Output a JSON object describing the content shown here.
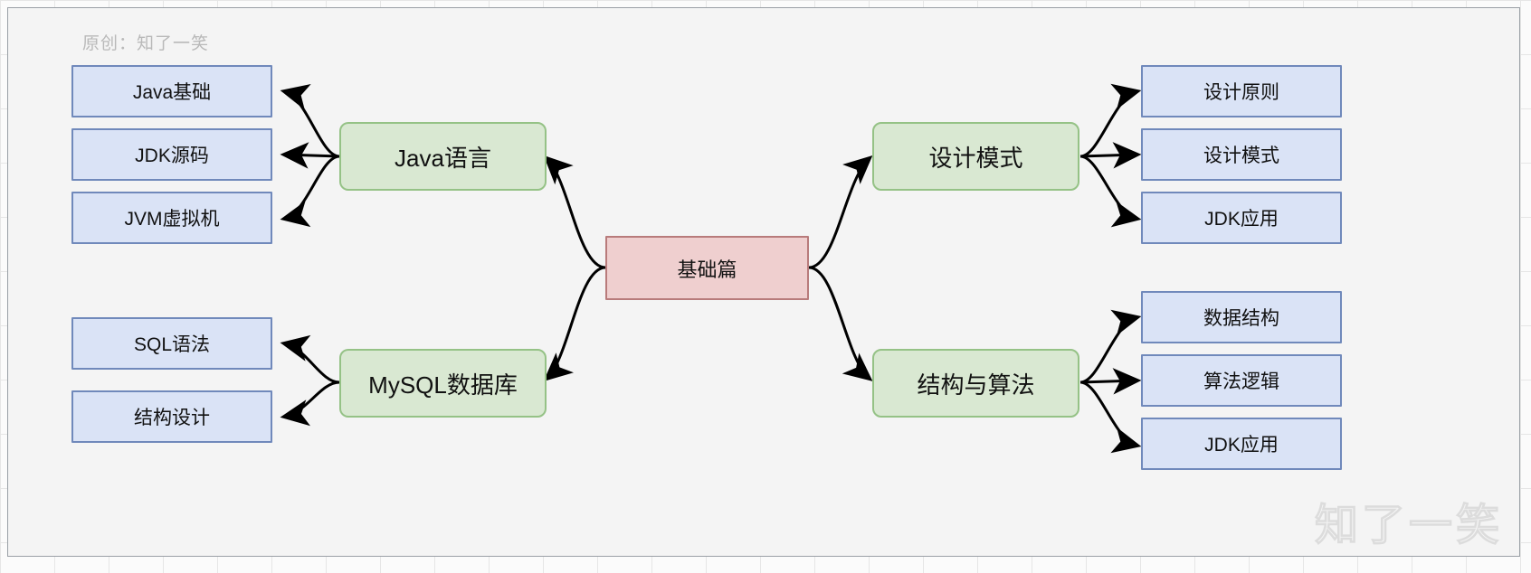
{
  "canvas": {
    "origin_note": "原创：知了一笑",
    "watermark": "知了一笑",
    "colors": {
      "leaf_fill": "#dae3f6",
      "leaf_stroke": "#7089bb",
      "branch_fill": "#d9e8d2",
      "branch_stroke": "#95c286",
      "root_fill": "#efcfcf",
      "root_stroke": "#b87b7b",
      "background": "#f4f4f4",
      "edge": "#000000"
    }
  },
  "diagram": {
    "type": "mind-map",
    "root": {
      "label": "基础篇"
    },
    "branches": [
      {
        "label": "Java语言",
        "side": "left",
        "leaves": [
          {
            "label": "Java基础"
          },
          {
            "label": "JDK源码"
          },
          {
            "label": "JVM虚拟机"
          }
        ]
      },
      {
        "label": "MySQL数据库",
        "side": "left",
        "leaves": [
          {
            "label": "SQL语法"
          },
          {
            "label": "结构设计"
          }
        ]
      },
      {
        "label": "设计模式",
        "side": "right",
        "leaves": [
          {
            "label": "设计原则"
          },
          {
            "label": "设计模式"
          },
          {
            "label": "JDK应用"
          }
        ]
      },
      {
        "label": "结构与算法",
        "side": "right",
        "leaves": [
          {
            "label": "数据结构"
          },
          {
            "label": "算法逻辑"
          },
          {
            "label": "JDK应用"
          }
        ]
      }
    ]
  }
}
